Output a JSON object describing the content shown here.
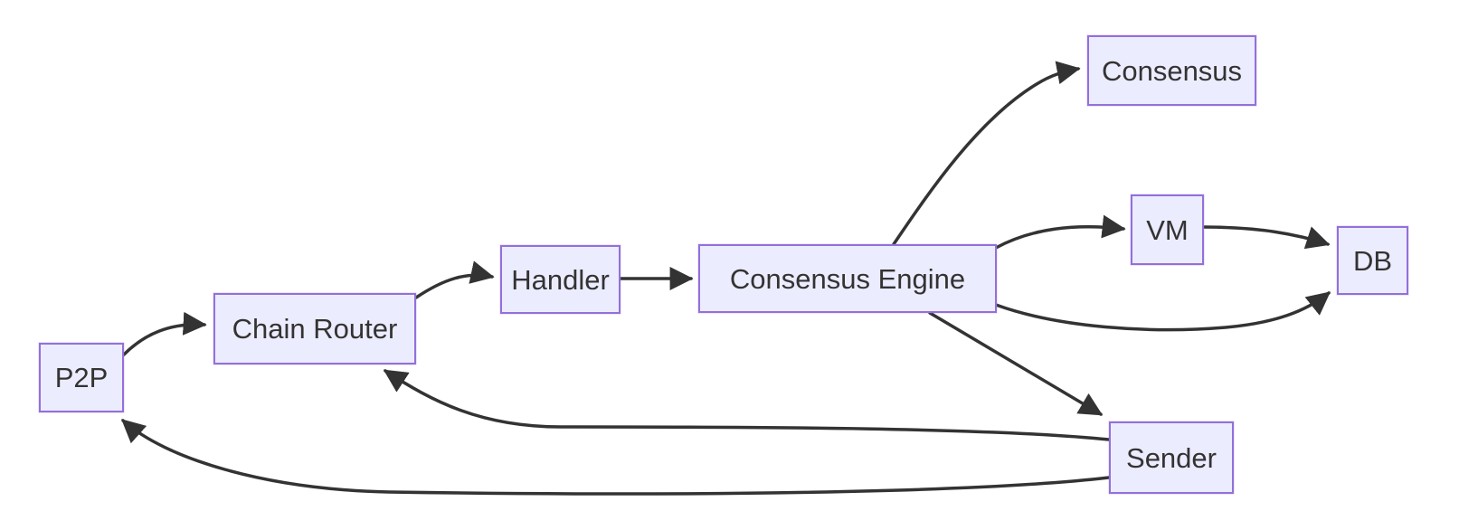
{
  "diagram": {
    "type": "flowchart",
    "direction": "left-to-right",
    "nodes": [
      {
        "id": "p2p",
        "label": "P2P"
      },
      {
        "id": "chain-router",
        "label": "Chain Router"
      },
      {
        "id": "handler",
        "label": "Handler"
      },
      {
        "id": "consensus-engine",
        "label": "Consensus Engine"
      },
      {
        "id": "consensus",
        "label": "Consensus"
      },
      {
        "id": "vm",
        "label": "VM"
      },
      {
        "id": "db",
        "label": "DB"
      },
      {
        "id": "sender",
        "label": "Sender"
      }
    ],
    "edges": [
      {
        "from": "P2P",
        "to": "Chain Router"
      },
      {
        "from": "Chain Router",
        "to": "Handler"
      },
      {
        "from": "Handler",
        "to": "Consensus Engine"
      },
      {
        "from": "Consensus Engine",
        "to": "Consensus"
      },
      {
        "from": "Consensus Engine",
        "to": "VM"
      },
      {
        "from": "VM",
        "to": "DB"
      },
      {
        "from": "Consensus Engine",
        "to": "DB"
      },
      {
        "from": "Consensus Engine",
        "to": "Sender"
      },
      {
        "from": "Sender",
        "to": "Chain Router"
      },
      {
        "from": "Sender",
        "to": "P2P"
      }
    ]
  },
  "colors": {
    "node_fill": "#ECECFF",
    "node_border": "#9370DB",
    "edge_stroke": "#333333",
    "label_text": "#333333",
    "background": "#FFFFFF"
  }
}
